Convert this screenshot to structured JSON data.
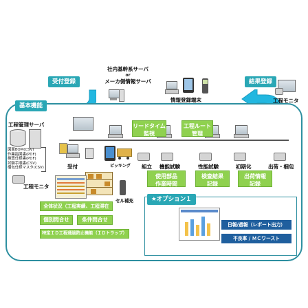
{
  "server_top": {
    "line1": "社内基幹系サーバ",
    "or": "or",
    "line2": "メーカ側情報サーバ"
  },
  "uketsuke_touroku": "受付登録",
  "kekka_touroku": "結果登録",
  "joho_touroku_tanmatsu": "情報登録端末",
  "koutei_monitor_top": "工程モニタ",
  "kihon_kinou": "基本機能",
  "koutei_kanri_server": "工程管理サーバ",
  "doc_list": [
    "図面BOM(CSV)",
    "作業指図書(PDF)",
    "検査仕様書(PDF)",
    "試験手順書(CSV)",
    "梱包仕様マスタ(CSV)"
  ],
  "leadtime": {
    "line1": "リードタイム",
    "line2": "監視"
  },
  "route": {
    "line1": "工程ルート",
    "line2": "管理"
  },
  "stations": {
    "uketsuke": "受付",
    "picking": "ピッキング",
    "kumitate": "組立",
    "kinou_shiken": "機能試験",
    "seinou_shiken": "性能試験",
    "shokika": "初期化",
    "shukka_konpo": "出荷・梱包"
  },
  "record_boxes": [
    {
      "line1": "使用部品",
      "line2": "作業時間"
    },
    {
      "line1": "検査結果",
      "line2": "記録"
    },
    {
      "line1": "出荷情報",
      "line2": "記録"
    }
  ],
  "koutei_monitor_left": "工程モニタ",
  "cell_hoju": "セル補充",
  "menu": {
    "zentai": "全体状況（工程実績、工程滞在率）",
    "kobetsu": "個別問合せ",
    "jouken": "条件問合せ",
    "tokutei": "特定ＩＤ工程通過防止機能（ＩＤトラップ）"
  },
  "option": {
    "title": "★オプション１",
    "nippou": "日報/週報（レポート出力）",
    "furyoritsu": "不良率 / ＭＣワースト"
  },
  "colors": {
    "teal": "#2aa7b5",
    "green": "#8fd14f",
    "blue": "#1f5f9e",
    "arrow": "#22b7e0"
  }
}
